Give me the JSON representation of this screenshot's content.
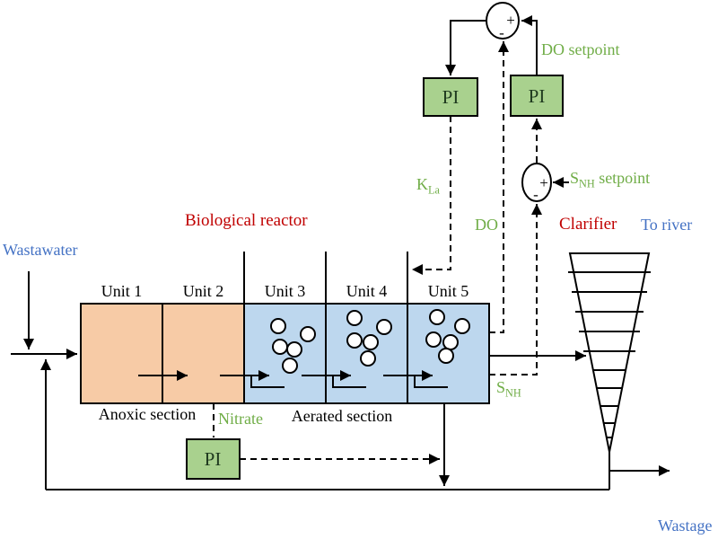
{
  "colors": {
    "anoxic_fill": "#F7CBA6",
    "aerated_fill": "#BDD7EE",
    "controller_fill": "#A9D18E",
    "label_green": "#70AD47",
    "label_red": "#C00000",
    "label_blue": "#4472C4",
    "line_black": "#000000"
  },
  "streams": {
    "influent": "Wastawater",
    "to_river": "To river",
    "wastage": "Wastage"
  },
  "sections": {
    "biological_reactor": "Biological reactor",
    "clarifier": "Clarifier",
    "anoxic": "Anoxic section",
    "aerated": "Aerated section"
  },
  "units": [
    {
      "label": "Unit 1",
      "type": "anoxic"
    },
    {
      "label": "Unit 2",
      "type": "anoxic"
    },
    {
      "label": "Unit 3",
      "type": "aerated"
    },
    {
      "label": "Unit 4",
      "type": "aerated"
    },
    {
      "label": "Unit 5",
      "type": "aerated"
    }
  ],
  "controllers": {
    "kla_pi": "PI",
    "do_pi": "PI",
    "nitrate_pi": "PI"
  },
  "junctions": {
    "plus": "+",
    "minus": "-"
  },
  "signals": {
    "do_setpoint": "DO setpoint",
    "do": "DO",
    "kla_main": "K",
    "kla_sub": "La",
    "snh_main": "S",
    "snh_sub": "NH",
    "snh_setpoint_suffix": " setpoint",
    "nitrate": "Nitrate"
  }
}
